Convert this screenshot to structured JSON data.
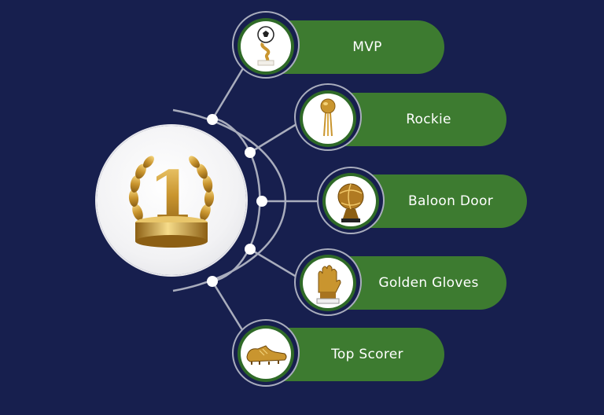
{
  "hub": {
    "icon": "number-one-trophy-icon",
    "numeral": "1"
  },
  "awards": [
    {
      "id": "mvp",
      "label": "MVP",
      "icon": "soccer-ball-trophy-icon"
    },
    {
      "id": "rockie",
      "label": "Rockie",
      "icon": "golden-ball-stand-trophy-icon"
    },
    {
      "id": "baloon-door",
      "label": "Baloon Door",
      "icon": "golden-ball-trophy-icon"
    },
    {
      "id": "golden-gloves",
      "label": "Golden Gloves",
      "icon": "golden-glove-trophy-icon"
    },
    {
      "id": "top-scorer",
      "label": "Top Scorer",
      "icon": "golden-boot-trophy-icon"
    }
  ],
  "colors": {
    "background": "#171f4e",
    "pill": "#3d7b30",
    "connector": "#a9adbd",
    "gold": "#c9952f"
  }
}
